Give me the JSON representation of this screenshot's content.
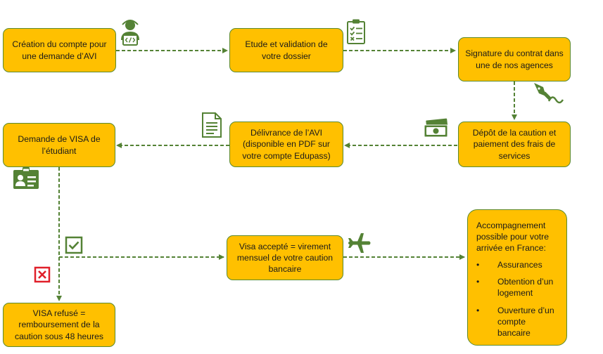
{
  "diagram": {
    "boxes": {
      "creation": "Création du compte pour\nune demande d’AVI",
      "etude": "Etude et validation de\nvotre dossier",
      "signature": "Signature du contrat dans\nune de nos agences",
      "depot": "Dépôt de la caution et\npaiement des frais de\nservices",
      "delivrance": "Délivrance de l’AVI\n(disponible en PDF sur\nvotre compte Edupass)",
      "demande_visa": "Demande de VISA de\nl’étudiant",
      "visa_accepte": "Visa accepté = virement\nmensuel de votre caution\nbancaire",
      "visa_refuse": "VISA refusé =\nremboursement de la\ncaution sous 48 heures",
      "accompagnement": {
        "title": "Accompagnement\npossible pour votre\narrivée en France:",
        "items": [
          "Assurances",
          "Obtention d’un\nlogement",
          "Ouverture d’un\ncompte bancaire"
        ],
        "bullet": "•"
      }
    },
    "icons": [
      "developer-icon",
      "checklist-icon",
      "fountain-pen-icon",
      "banknote-icon",
      "document-icon",
      "id-card-icon",
      "checkbox-accepted-icon",
      "checkbox-refused-icon",
      "airplane-icon"
    ],
    "colors": {
      "box_fill": "#FFC000",
      "box_border": "#5B8A2E",
      "arrow": "#548235",
      "refused": "#E0202A"
    }
  }
}
